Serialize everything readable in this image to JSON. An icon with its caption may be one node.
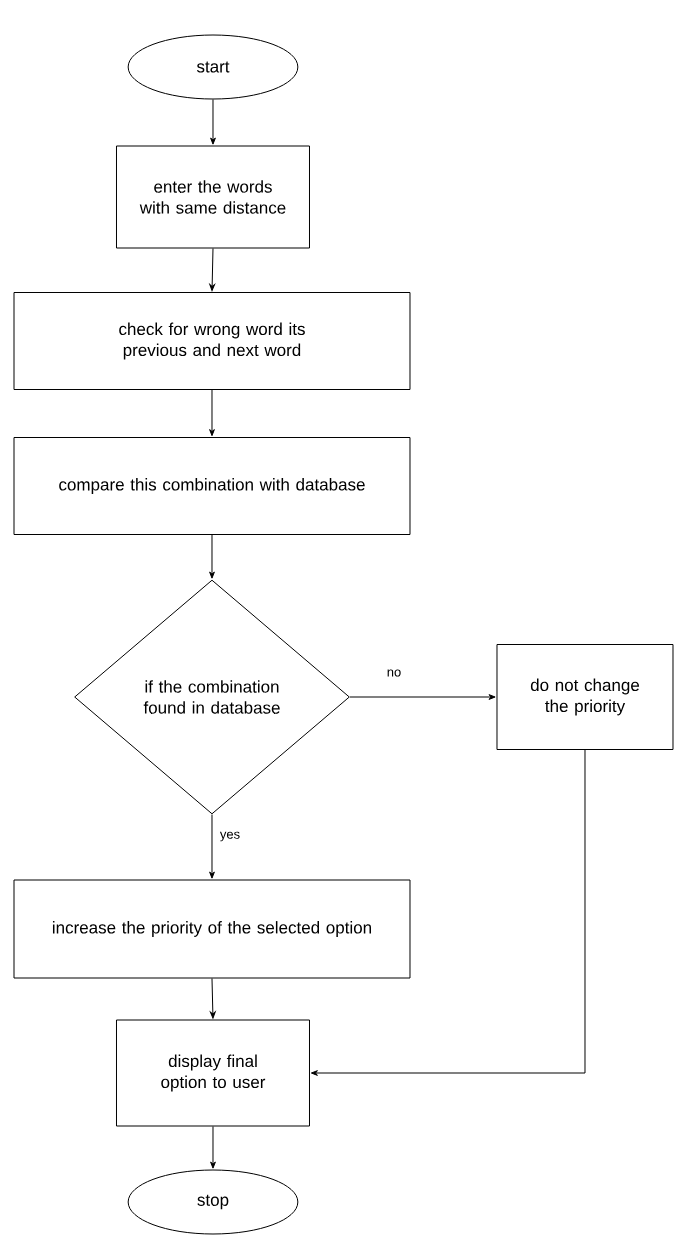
{
  "diagram": {
    "nodes": [
      {
        "text": [
          "start"
        ]
      },
      {
        "text": [
          "enter the words with same distance"
        ]
      },
      {
        "text": [
          "check for wrong word its previous and next word"
        ]
      },
      {
        "text": [
          "compare this combination with database"
        ]
      },
      {
        "text": [
          "if the combination found in database"
        ]
      },
      {
        "text": [
          "do not change the priority"
        ]
      },
      {
        "text": [
          "increase the priority of the selected option"
        ]
      },
      {
        "text": [
          "display final option to user"
        ]
      },
      {
        "text": [
          "stop"
        ]
      }
    ],
    "edges": [
      {
        "from": 0,
        "to": 1,
        "arrow": "to"
      },
      {
        "from": 1,
        "to": 2,
        "arrow": "to"
      },
      {
        "from": 2,
        "to": 3,
        "arrow": "to"
      },
      {
        "from": 3,
        "to": 4,
        "arrow": "to"
      },
      {
        "from": 4,
        "to": 5,
        "arrow": "to",
        "label": "no"
      },
      {
        "from": 4,
        "to": 6,
        "arrow": "to",
        "label": "yes"
      },
      {
        "from": 5,
        "to": 7,
        "arrow": "to"
      },
      {
        "from": 6,
        "to": 7,
        "arrow": "to"
      },
      {
        "from": 7,
        "to": 8,
        "arrow": "to"
      }
    ]
  }
}
